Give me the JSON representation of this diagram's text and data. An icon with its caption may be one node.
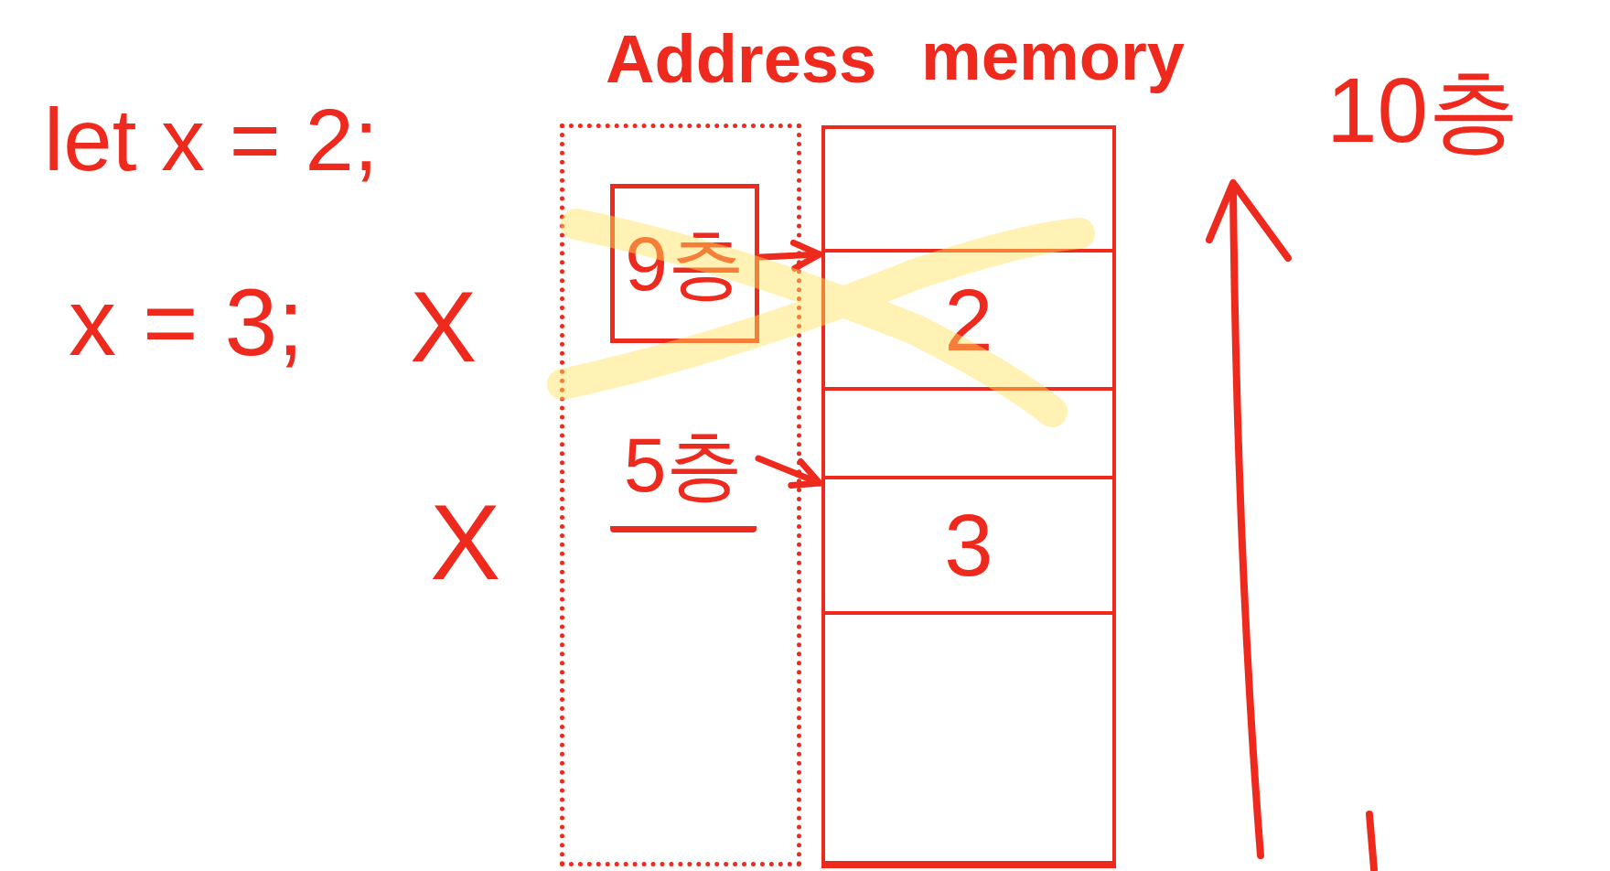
{
  "diagram": {
    "nodes": [
      {
        "text": [
          "Address"
        ]
      },
      {
        "text": [
          "9층"
        ],
        "in": 0
      },
      {
        "text": [
          "5층"
        ],
        "in": 0
      },
      {
        "text": [
          "memory"
        ]
      },
      {
        "text": [],
        "shape": "box",
        "in": 3
      },
      {
        "text": [
          "2"
        ],
        "in": 3
      },
      {
        "text": [],
        "shape": "box",
        "in": 3
      },
      {
        "text": [
          "3"
        ],
        "in": 3
      },
      {
        "text": [],
        "shape": "box",
        "in": 3
      }
    ],
    "edges": [
      {
        "from": 1,
        "to": 5,
        "arrow": "to"
      },
      {
        "from": 2,
        "to": 7,
        "arrow": "to"
      }
    ],
    "labels": [
      "let x = 2;",
      "10층",
      "x = 3;",
      "X",
      "X"
    ]
  }
}
